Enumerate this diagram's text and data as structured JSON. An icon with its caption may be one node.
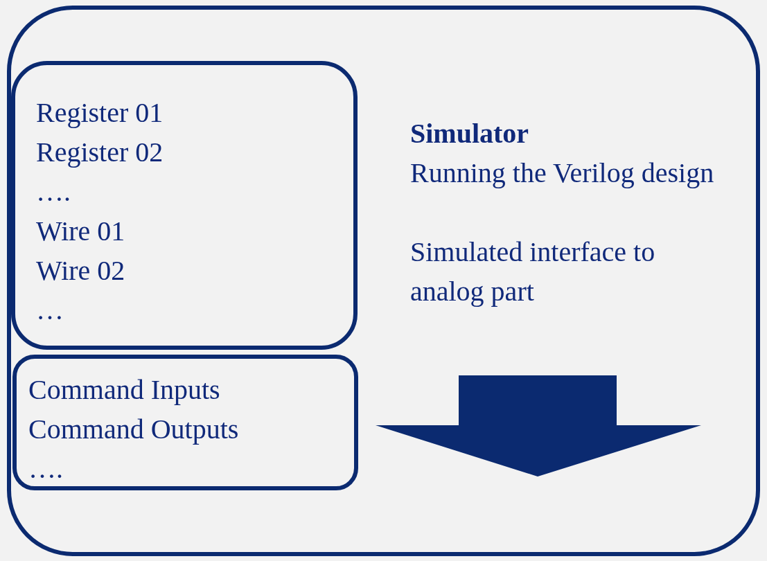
{
  "diagram": {
    "nodes": [
      {
        "text": [
          "Simulator",
          "Running the Verilog design",
          "Simulated interface to analog part"
        ]
      },
      {
        "text": [
          "Register 01",
          "Register 02",
          "….",
          "Wire 01",
          "Wire 02",
          "…"
        ],
        "in": 0
      },
      {
        "text": [
          "Command Inputs",
          "Command Outputs",
          "…."
        ],
        "in": 0
      }
    ],
    "edges": []
  }
}
